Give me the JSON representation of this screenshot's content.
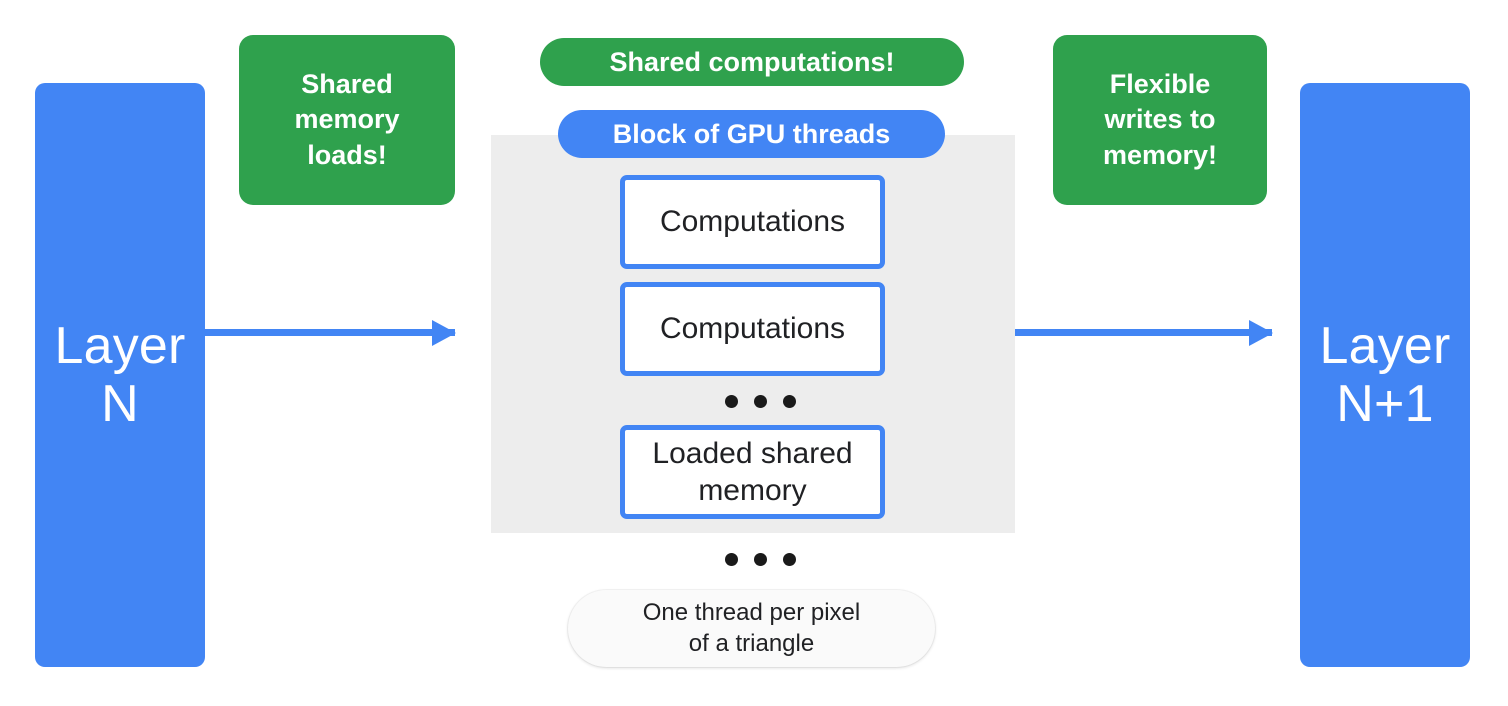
{
  "diagram": {
    "title": "GPU shared-memory block diagram",
    "colors": {
      "blue": "#4285f4",
      "green": "#2fa14d",
      "panel_gray": "#ededed",
      "box_white": "#ffffff",
      "text_dark": "#202124"
    },
    "layers": {
      "input": {
        "label": "Layer\nN"
      },
      "output": {
        "label": "Layer\nN+1"
      }
    },
    "callouts": [
      {
        "id": "shared-memory-loads",
        "label": "Shared\nmemory\nloads!",
        "color": "#2fa14d"
      },
      {
        "id": "flexible-writes",
        "label": "Flexible\nwrites to\nmemory!",
        "color": "#2fa14d"
      }
    ],
    "pills": {
      "shared_computations": {
        "label": "Shared computations!",
        "color": "#2fa14d"
      },
      "block_of_gpu_threads": {
        "label": "Block of GPU threads",
        "color": "#4285f4"
      }
    },
    "thread_boxes": [
      {
        "label": "Computations"
      },
      {
        "label": "Computations"
      },
      {
        "label": "Loaded shared\nmemory"
      }
    ],
    "ellipsis": {
      "inner": "•••",
      "outer": "•••",
      "dot_count": 3
    },
    "note": {
      "label": "One thread per pixel\nof a triangle"
    },
    "arrows": [
      {
        "id": "arrow-in",
        "direction": "right",
        "color": "#4285f4"
      },
      {
        "id": "arrow-out",
        "direction": "right",
        "color": "#4285f4"
      }
    ]
  }
}
